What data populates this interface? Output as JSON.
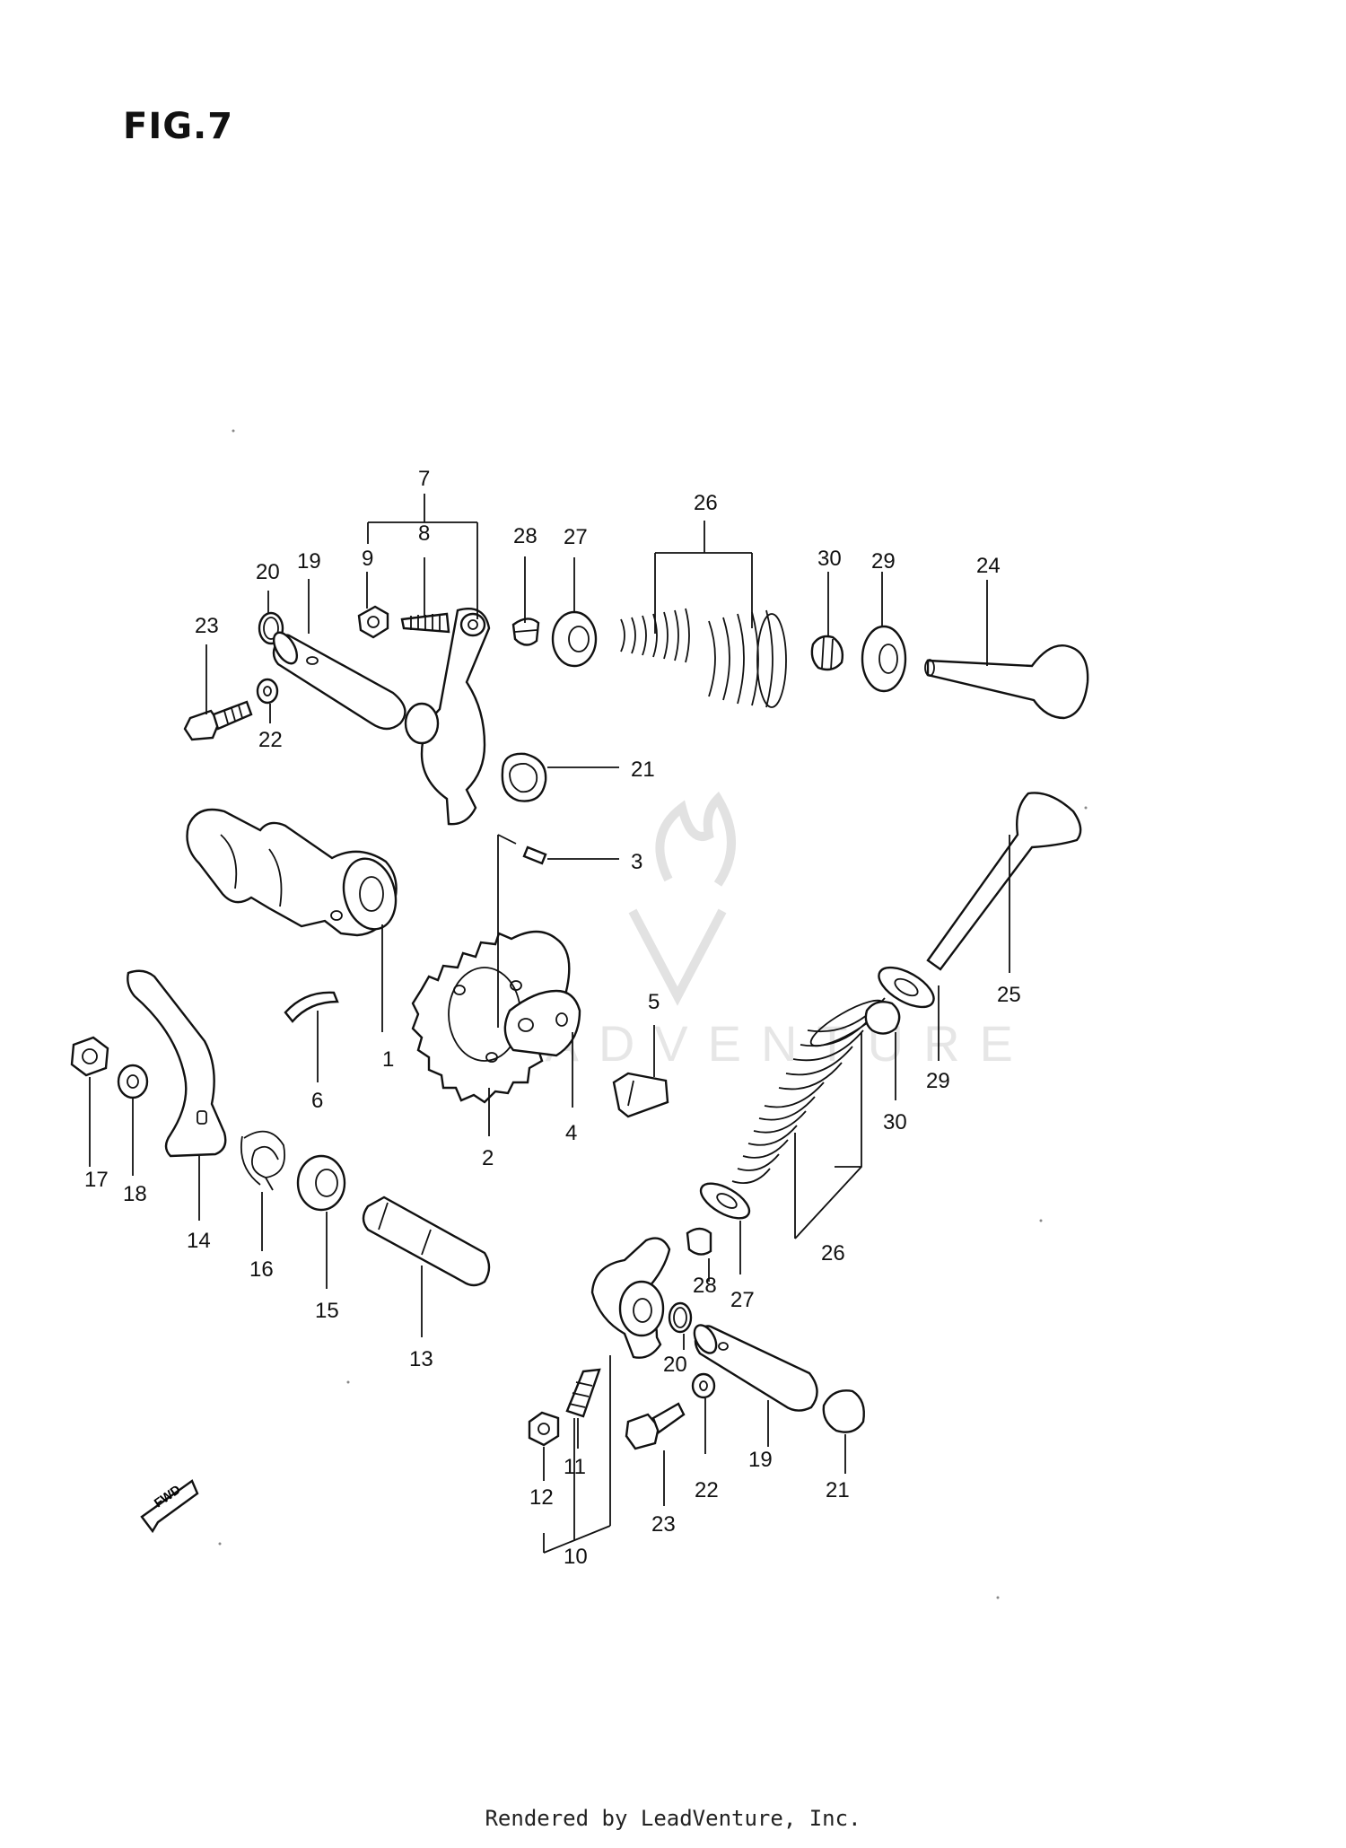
{
  "figure_title": "FIG.7",
  "footer": "Rendered by LeadVenture, Inc.",
  "watermark": "LEADVENTURE",
  "fwd_label": "FWD",
  "callouts": [
    "1",
    "2",
    "3",
    "4",
    "5",
    "6",
    "7",
    "8",
    "9",
    "10",
    "11",
    "12",
    "13",
    "14",
    "15",
    "16",
    "17",
    "18",
    "19",
    "20",
    "21",
    "22",
    "23",
    "24",
    "25",
    "26",
    "27",
    "28",
    "29",
    "30"
  ]
}
